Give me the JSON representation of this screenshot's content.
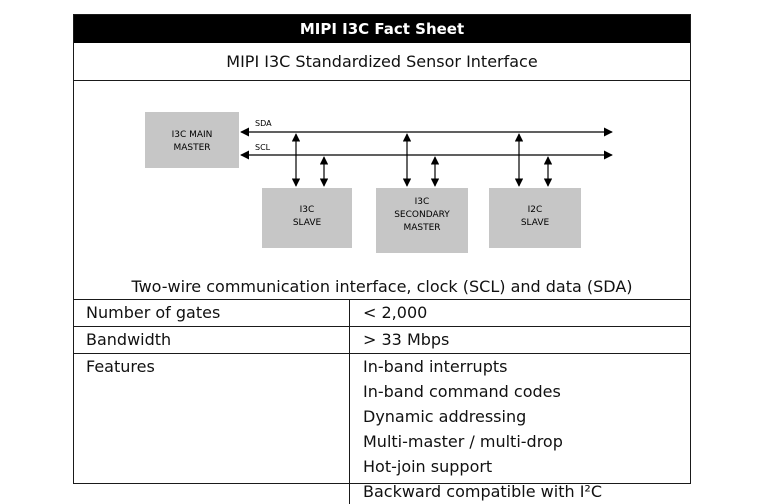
{
  "header": {
    "title": "MIPI I3C Fact Sheet"
  },
  "subtitle": "MIPI I3C Standardized Sensor Interface",
  "diagram": {
    "master_block": {
      "line1": "I3C MAIN",
      "line2": "MASTER"
    },
    "bus_labels": {
      "sda": "SDA",
      "scl": "SCL"
    },
    "devices": [
      {
        "lines": [
          "I3C",
          "SLAVE"
        ]
      },
      {
        "lines": [
          "I3C",
          "SECONDARY",
          "MASTER"
        ]
      },
      {
        "lines": [
          "I2C",
          "SLAVE"
        ]
      }
    ],
    "caption": "Two-wire communication interface, clock (SCL) and data (SDA)",
    "block_color": "#c6c6c6"
  },
  "properties": {
    "gates": {
      "label": "Number of gates",
      "value": "< 2,000"
    },
    "bandwidth": {
      "label": "Bandwidth",
      "value": "> 33 Mbps"
    },
    "features": {
      "label": "Features",
      "items": [
        "In-band interrupts",
        "In-band command codes",
        "Dynamic addressing",
        "Multi-master / multi-drop",
        "Hot-join support",
        "Backward compatible with I²C"
      ]
    }
  }
}
